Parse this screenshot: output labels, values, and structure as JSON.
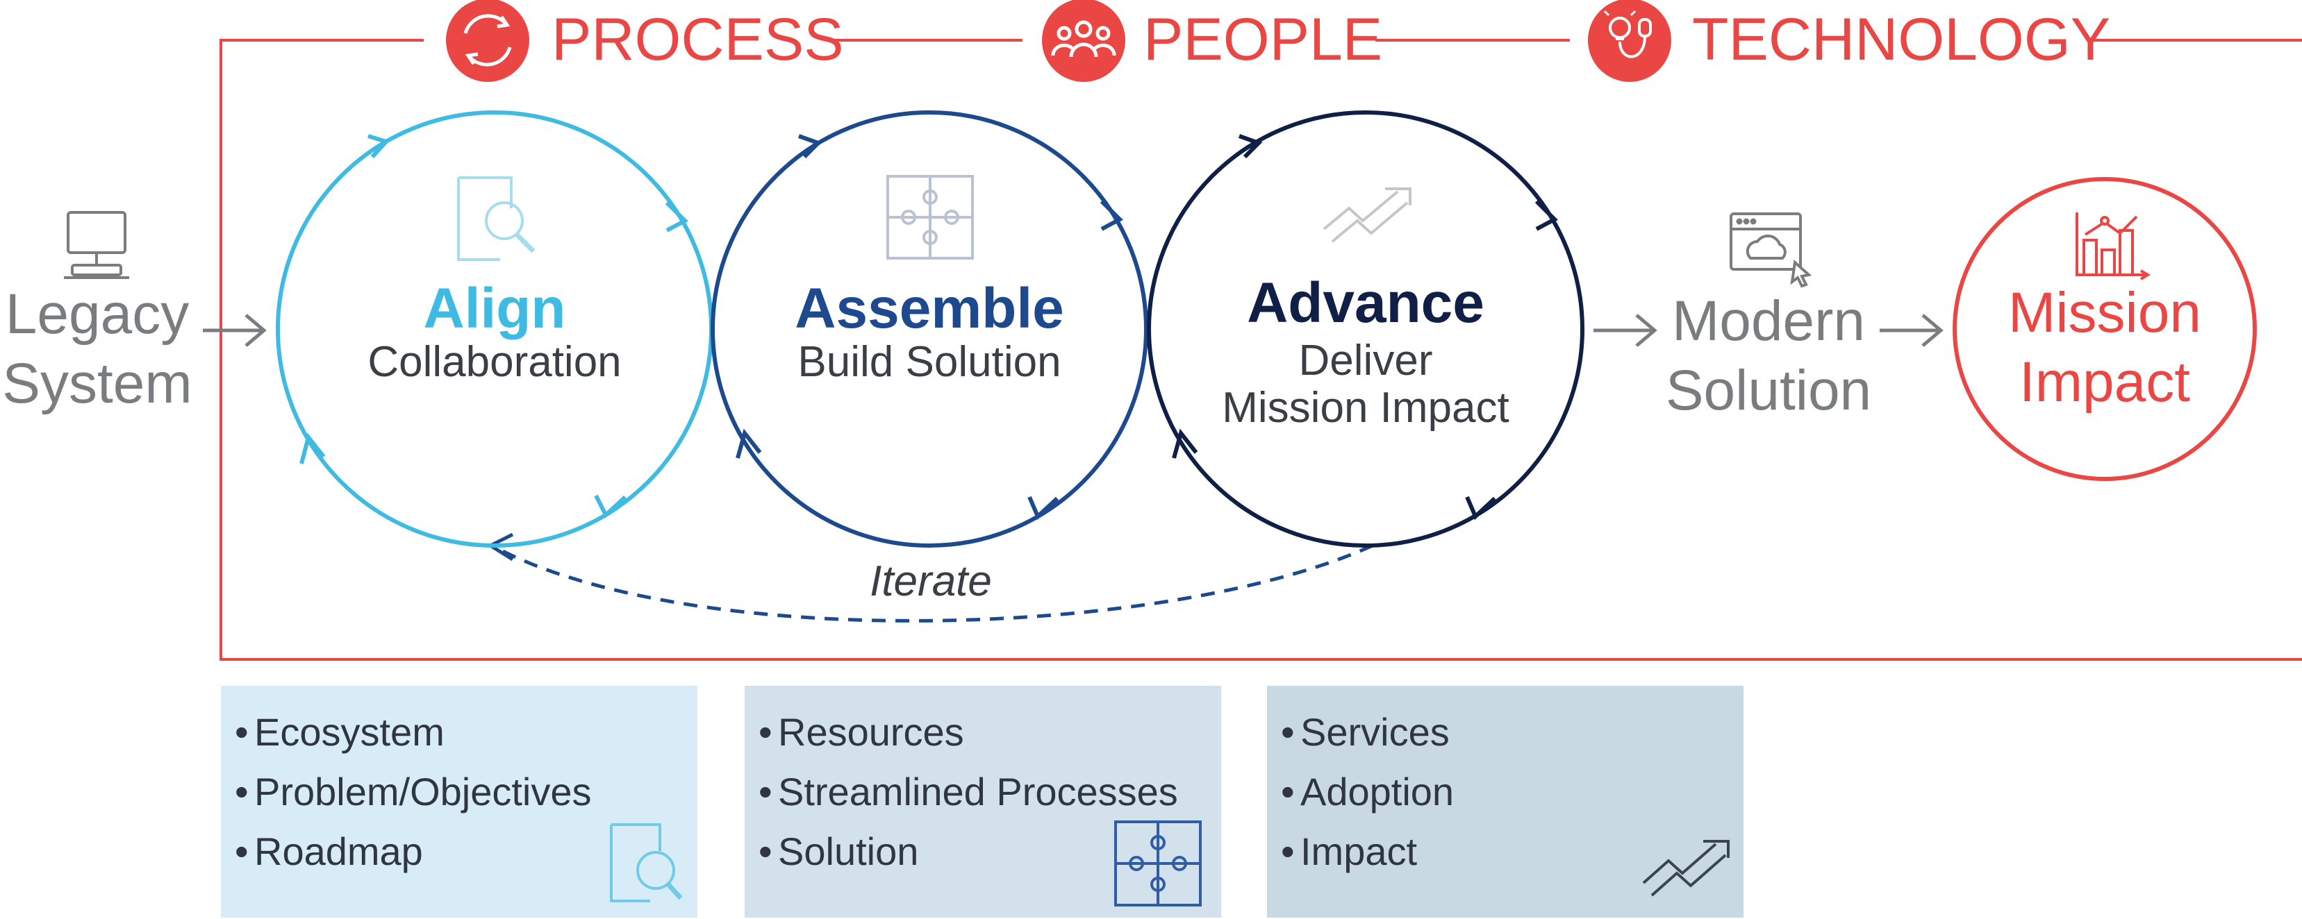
{
  "header": {
    "process_label": "PROCESS",
    "people_label": "PEOPLE",
    "technology_label": "TECHNOLOGY"
  },
  "left": {
    "legacy_line1": "Legacy",
    "legacy_line2": "System"
  },
  "circles": [
    {
      "title": "Align",
      "sub1": "Collaboration",
      "sub2": ""
    },
    {
      "title": "Assemble",
      "sub1": "Build Solution",
      "sub2": ""
    },
    {
      "title": "Advance",
      "sub1": "Deliver",
      "sub2": "Mission Impact"
    }
  ],
  "iterate_label": "Iterate",
  "modern": {
    "line1": "Modern",
    "line2": "Solution"
  },
  "mission": {
    "line1": "Mission",
    "line2": "Impact"
  },
  "panels": [
    {
      "items": [
        "Ecosystem",
        "Problem/Objectives",
        "Roadmap"
      ]
    },
    {
      "items": [
        "Resources",
        "Streamlined Processes",
        "Solution"
      ]
    },
    {
      "items": [
        "Services",
        "Adoption",
        "Impact"
      ]
    }
  ],
  "colors": {
    "red": "#ea4643",
    "align": "#3fbbe3",
    "assemble": "#1d4a8f",
    "advance": "#0f1f45",
    "gray": "#7a7d80"
  }
}
